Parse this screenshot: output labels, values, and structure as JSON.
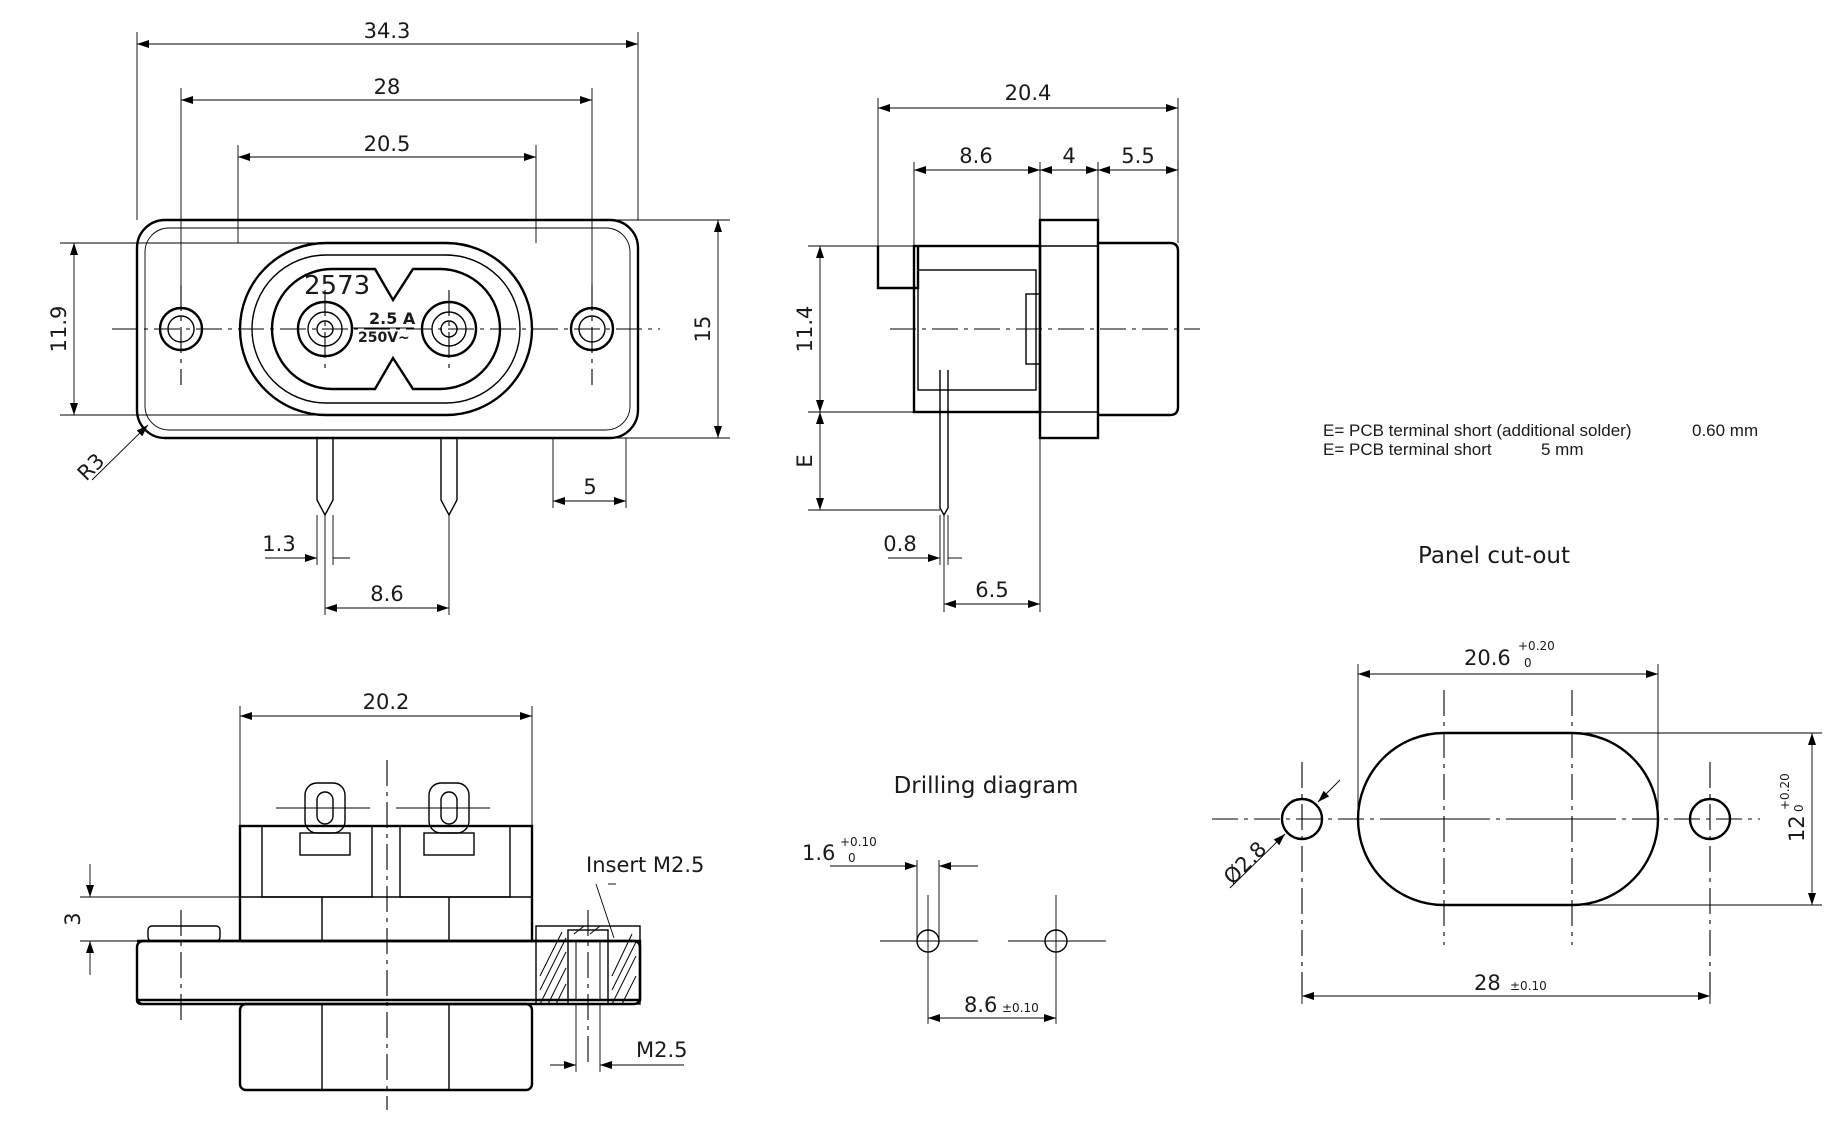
{
  "front_view": {
    "dim_overall_width": "34.3",
    "dim_hole_spacing": "28",
    "dim_body_width": "20.5",
    "dim_body_height": "11.9",
    "dim_flange_height": "15",
    "dim_radius": "R3",
    "dim_pin_width": "1.3",
    "dim_pin_pitch": "8.6",
    "dim_ear": "5",
    "marking_part_number": "2573",
    "marking_current": "2.5 A",
    "marking_voltage": "250V~"
  },
  "side_view": {
    "dim_overall_depth": "20.4",
    "dim_rear_depth": "8.6",
    "dim_flange_thickness": "4",
    "dim_front_depth": "5.5",
    "dim_height": "11.4",
    "dim_terminal_label": "E",
    "dim_pin_thickness": "0.8",
    "dim_pin_offset": "6.5"
  },
  "bottom_view": {
    "dim_width": "20.2",
    "dim_step": "3",
    "insert_label": "Insert M2.5",
    "thread_label": "M2.5"
  },
  "drilling": {
    "title": "Drilling diagram",
    "hole_dia": "1.6",
    "hole_dia_tol_upper": "+0.10",
    "hole_dia_tol_lower": "0",
    "pitch": "8.6",
    "pitch_tol": "±0.10"
  },
  "notes": {
    "line1_label": "E= PCB terminal short (additional solder)",
    "line1_value": "0.60 mm",
    "line2_label": "E= PCB terminal short",
    "line2_value": "5 mm"
  },
  "cutout": {
    "title": "Panel cut-out",
    "width": "20.6",
    "width_tol_upper": "+0.20",
    "width_tol_lower": "0",
    "height": "12",
    "height_tol_upper": "+0.20",
    "height_tol_lower": "0",
    "hole_dia": "Ø2.8",
    "hole_spacing": "28",
    "hole_spacing_tol": "±0.10"
  }
}
